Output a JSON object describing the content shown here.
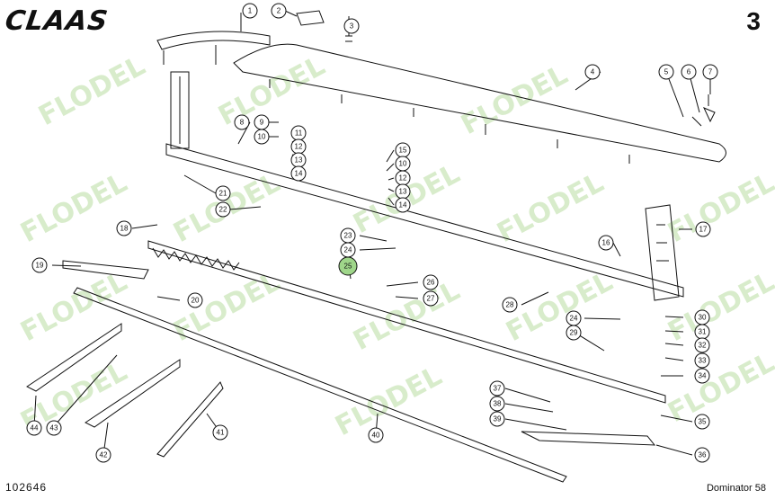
{
  "header": {
    "brand": "CLAAS",
    "page_number": "3"
  },
  "footer": {
    "document_number": "102646",
    "model": "Dominator 58"
  },
  "watermark": {
    "text": "FLODEL",
    "color": "#b9dca0"
  },
  "highlight_color": "#9fd68a",
  "callouts": [
    "1",
    "2",
    "3",
    "4",
    "5",
    "6",
    "7",
    "8",
    "9",
    "10",
    "11",
    "12",
    "13",
    "14",
    "15",
    "10",
    "12",
    "13",
    "14",
    "16",
    "17",
    "18",
    "19",
    "20",
    "21",
    "22",
    "23",
    "24",
    "25",
    "26",
    "27",
    "28",
    "24",
    "29",
    "30",
    "31",
    "32",
    "33",
    "34",
    "35",
    "36",
    "37",
    "38",
    "39",
    "40",
    "41",
    "42",
    "43",
    "44"
  ],
  "highlighted_callout": "25"
}
